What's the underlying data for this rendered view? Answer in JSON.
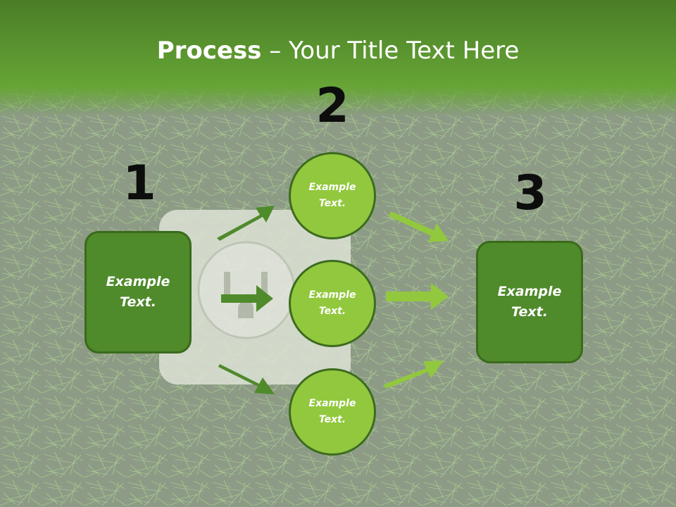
{
  "title": {
    "bold": "Process",
    "rest": " – Your Title Text Here"
  },
  "steps": [
    {
      "number": "1",
      "text": "Example\nText."
    },
    {
      "number": "2",
      "text": "Example\nText."
    },
    {
      "number": "3",
      "text": "Example\nText."
    }
  ],
  "middle_nodes": [
    {
      "text": "Example\nText."
    },
    {
      "text": "Example\nText."
    },
    {
      "text": "Example\nText."
    }
  ],
  "colors": {
    "banner_green": "#5fa031",
    "box_green": "#4f8a2b",
    "circle_green": "#92c83e",
    "arrow_dark": "#4f8a2b",
    "arrow_light": "#92c83e"
  }
}
